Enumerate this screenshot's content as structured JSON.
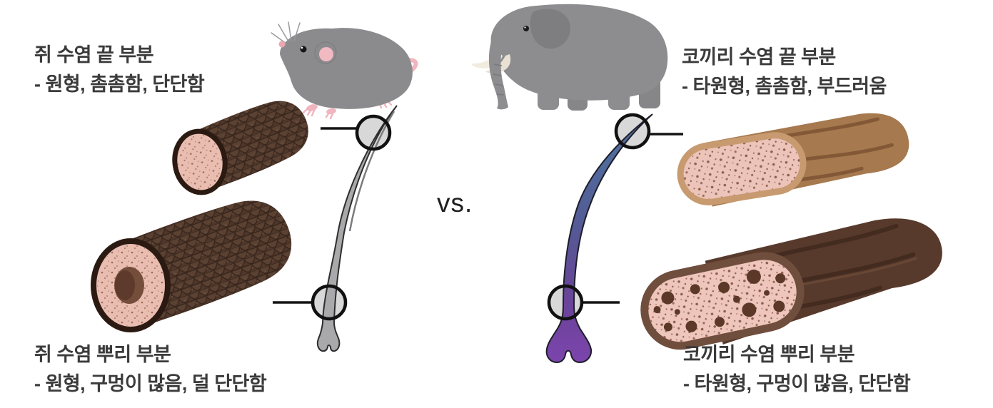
{
  "diagram": {
    "vs_label": "vs.",
    "mouse": {
      "tip_label": {
        "title": "쥐 수염 끝 부분",
        "desc": "- 원형, 촘촘함, 단단함"
      },
      "root_label": {
        "title": "쥐 수염 뿌리 부분",
        "desc": "- 원형, 구멍이 많음, 덜 단단함"
      }
    },
    "elephant": {
      "tip_label": {
        "title": "코끼리 수염 끝 부분",
        "desc": "- 타원형, 촘촘함, 부드러움"
      },
      "root_label": {
        "title": "코끼리 수염 뿌리 부분",
        "desc": "- 타원형, 구멍이 많음, 단단함"
      }
    },
    "colors": {
      "text": "#3b3b3b",
      "mouse_whisker_gray": "#a9a9ab",
      "elephant_whisker_tip_blue": "#4e74a0",
      "elephant_whisker_root_purple": "#7c44ad",
      "mouse_section_shell_brown": "#50372b",
      "elephant_tip_shell_tan": "#a6794e",
      "elephant_root_shell_darkbrown": "#573a2c",
      "section_face_pink": "#eabdb1"
    }
  }
}
